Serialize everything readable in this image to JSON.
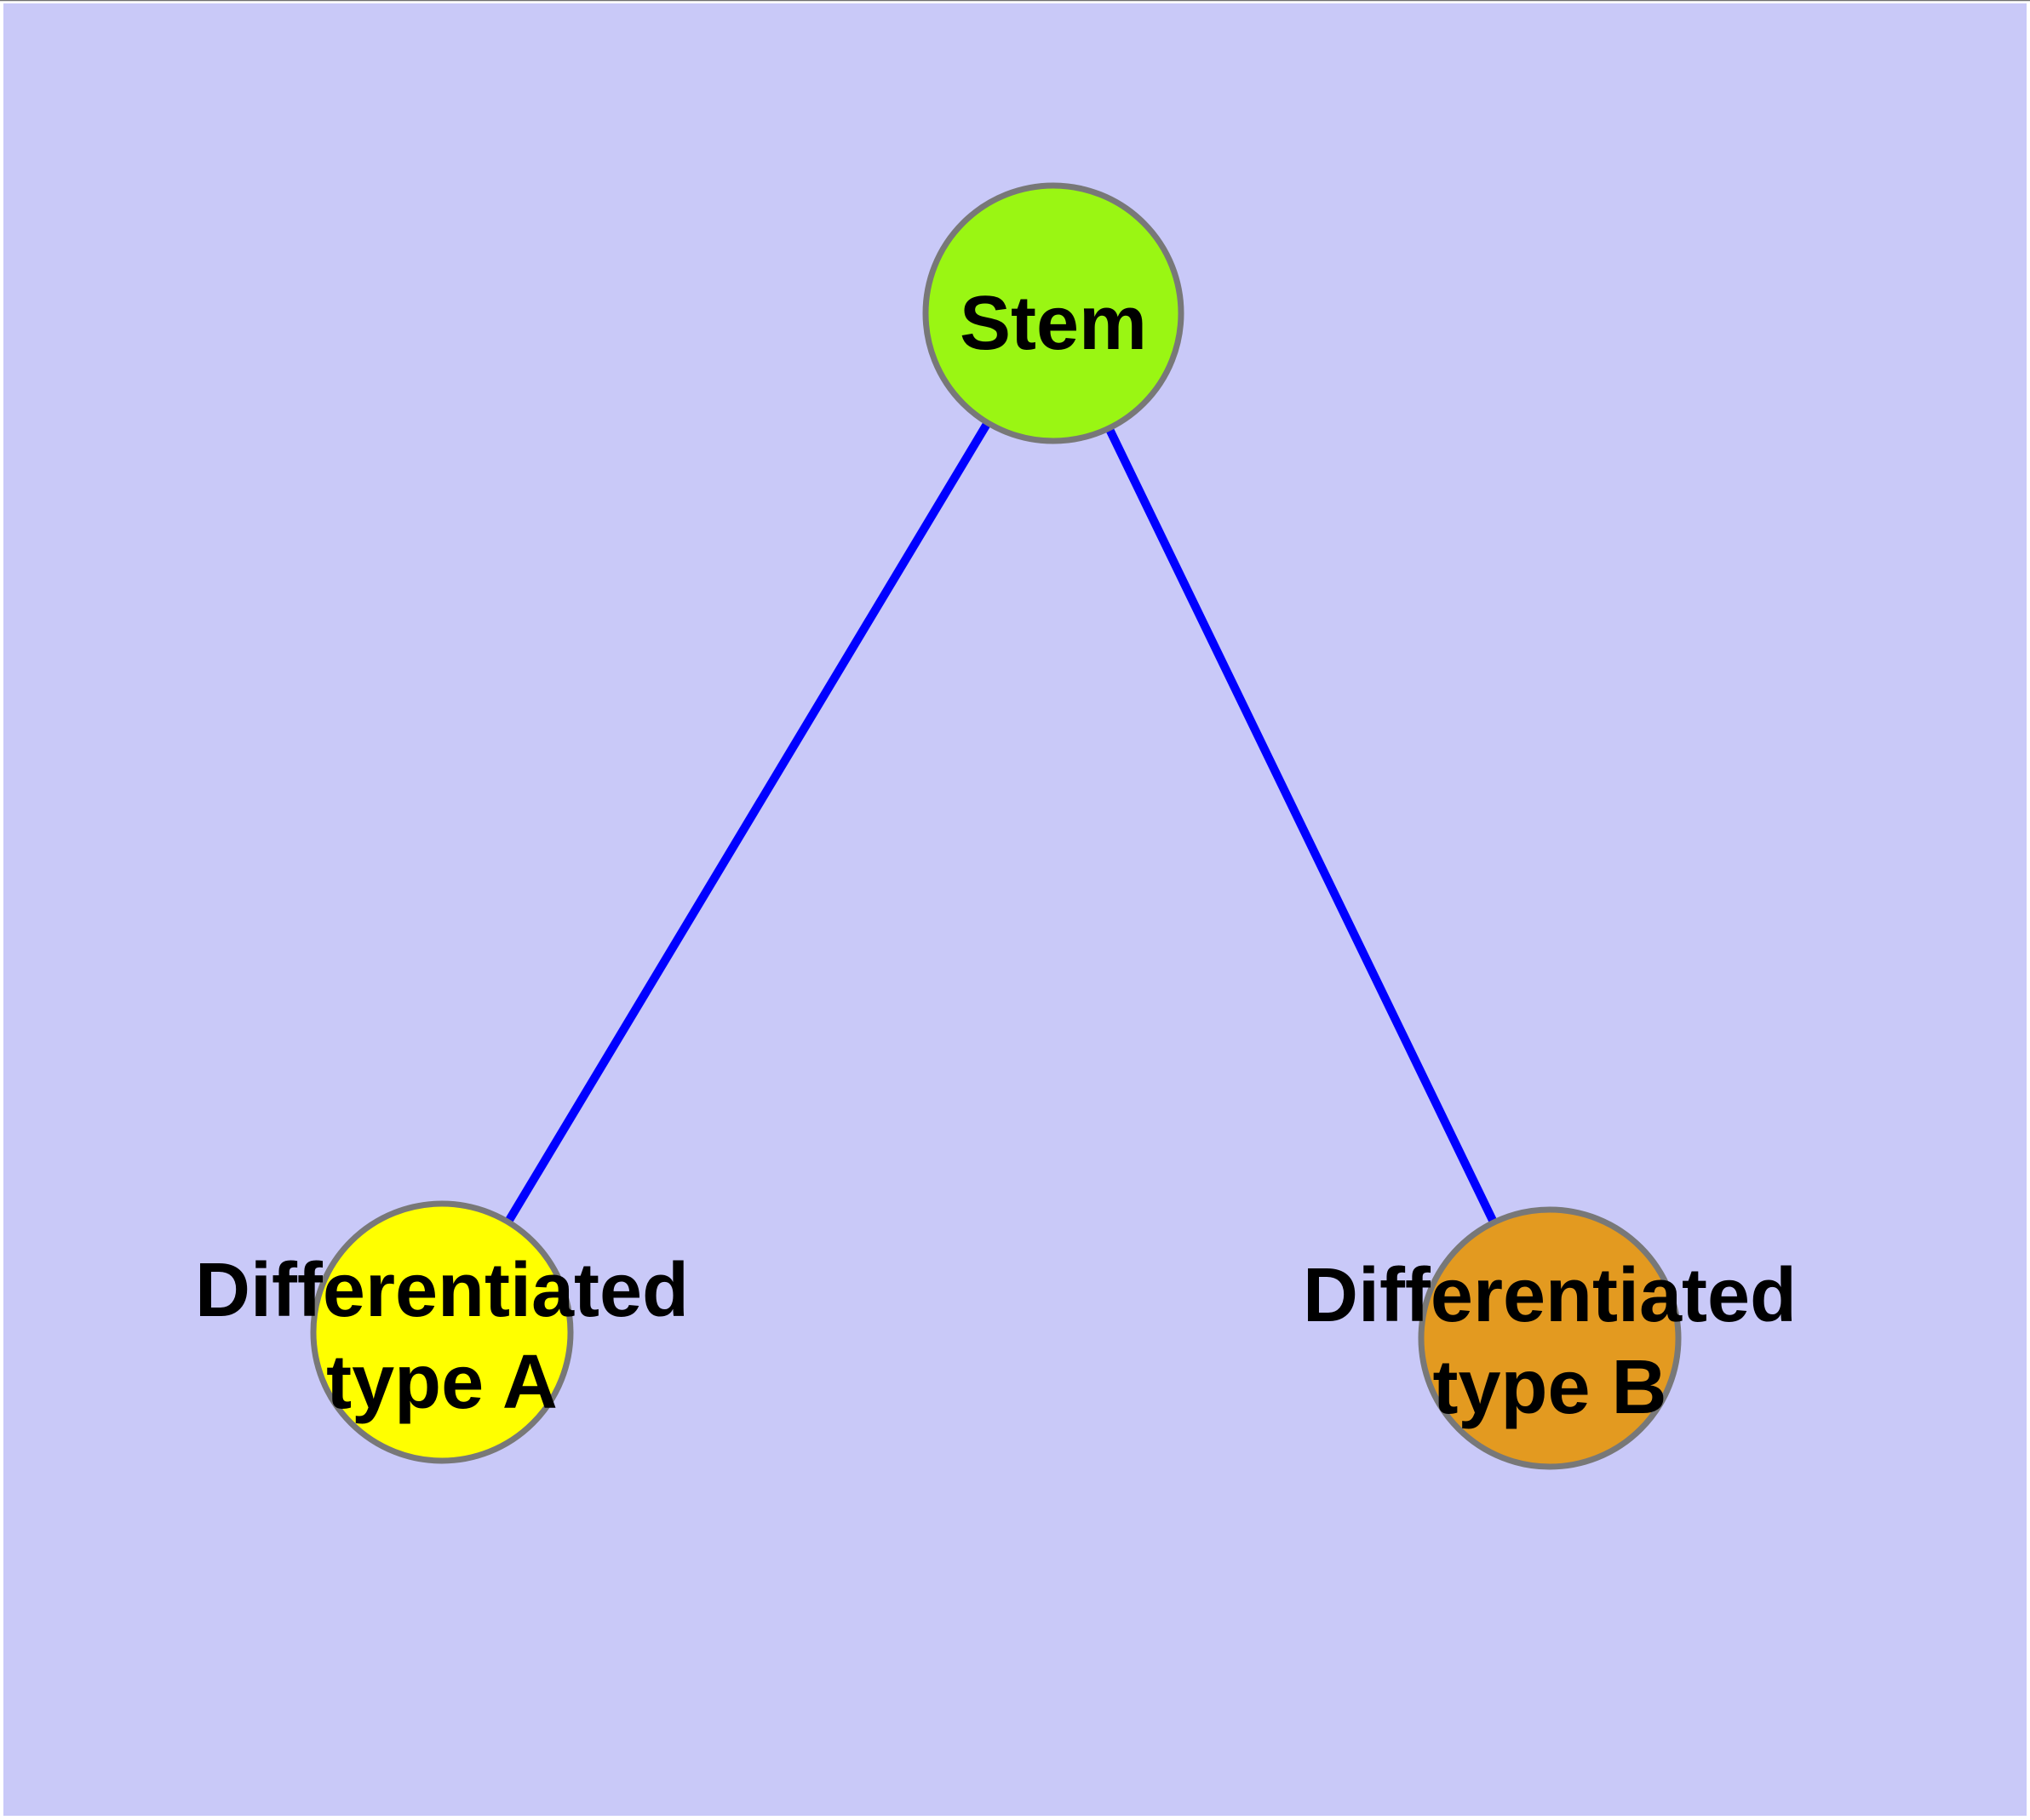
{
  "diagram": {
    "background_color": "#C9C9F8",
    "frame_color": "#FFFFFF",
    "top_hairline_color": "#707070",
    "edge_color": "#0000FF",
    "node_border_color": "#787878",
    "label_color": "#000000",
    "nodes": [
      {
        "label": "Stem",
        "fill": "#9AF613"
      },
      {
        "label": "Differentiated type A",
        "line1": "Differentiated",
        "line2": "type A",
        "fill": "#FFFF00"
      },
      {
        "label": "Differentiated type B",
        "line1": "Differentiated",
        "line2": "type B",
        "fill": "#E39A20"
      }
    ],
    "edges": [
      {
        "from": "Stem",
        "to": "Differentiated type A"
      },
      {
        "from": "Stem",
        "to": "Differentiated type B"
      }
    ]
  }
}
